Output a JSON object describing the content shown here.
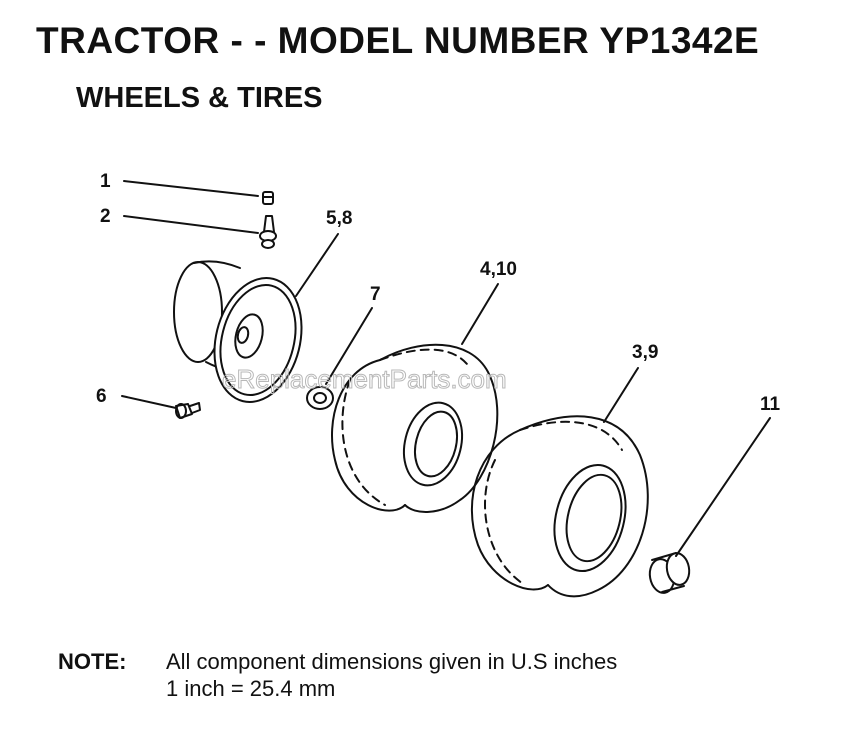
{
  "header": {
    "title": "TRACTOR - - MODEL NUMBER YP1342E",
    "subtitle": "WHEELS & TIRES"
  },
  "callouts": [
    "1",
    "2",
    "5,8",
    "4,10",
    "7",
    "3,9",
    "6",
    "11"
  ],
  "watermark": "eReplacementParts.com",
  "note": {
    "label": "NOTE:",
    "line1": "All component dimensions given in U.S  inches",
    "line2": "1 inch = 25.4 mm"
  }
}
